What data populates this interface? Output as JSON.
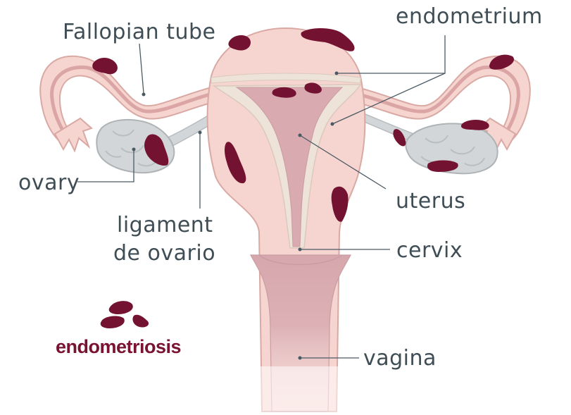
{
  "labels": {
    "fallopian_tube": "Fallopian tube",
    "endometrium": "endometrium",
    "ovary": "ovary",
    "ligament_line1": "ligament",
    "ligament_line2": "de ovario",
    "uterus": "uterus",
    "cervix": "cervix",
    "vagina": "vagina"
  },
  "brand": {
    "text": "endometriosis",
    "icon": "endometriosis-lesions-icon"
  },
  "colors": {
    "tissue": "#f6d4cf",
    "tissue_outline": "#d9a9a4",
    "tissue_dark": "#e8b3ad",
    "cavity": "#d9aab0",
    "endometrium_band": "#ede3d8",
    "ovary": "#d3d6d8",
    "lesion": "#741331",
    "text": "#3f4d55"
  }
}
